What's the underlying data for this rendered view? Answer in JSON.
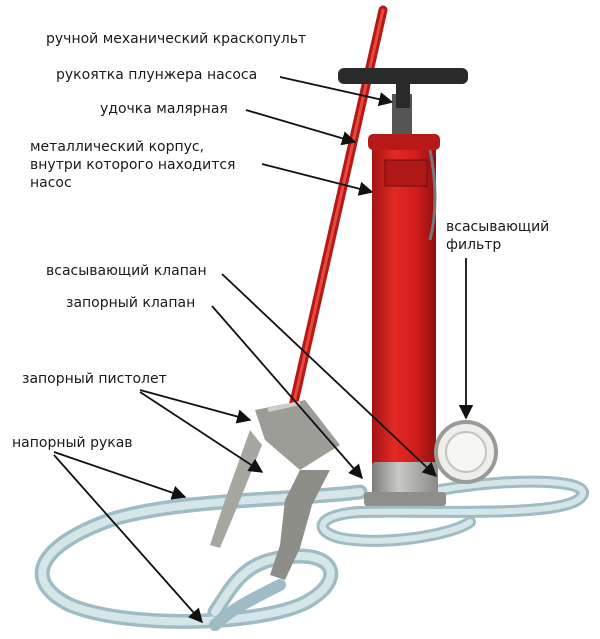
{
  "labels": {
    "title": "ручной механический краскопульт",
    "plunger_handle": "рукоятка плунжера насоса",
    "paint_rod": "удочка малярная",
    "body_line1": "металлический корпус,",
    "body_line2": "внутри которого находится",
    "body_line3": "насос",
    "filter_line1": "всасывающий",
    "filter_line2": "фильтр",
    "suction_valve": "всасывающий клапан",
    "shutoff_valve": "запорный клапан",
    "shutoff_gun": "запорный пистолет",
    "pressure_hose": "напорный рукав"
  },
  "colors": {
    "pump_red": "#d42020",
    "handle_dark": "#2a2a2a",
    "metal_grey": "#a8a8a4",
    "hose_blue": "#bcd6dc",
    "arrow": "#111111"
  }
}
